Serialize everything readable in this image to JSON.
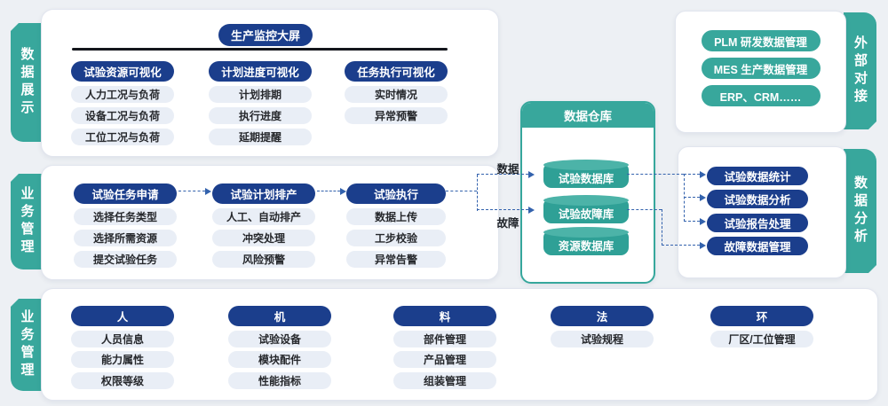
{
  "tabs": {
    "data_display": "数据展示",
    "business_mid": "业务管理",
    "business_bottom": "业务管理",
    "external": "外部对接",
    "analysis": "数据分析"
  },
  "data_display": {
    "header": "生产监控大屏",
    "groups": [
      {
        "title": "试验资源可视化",
        "items": [
          "人力工况与负荷",
          "设备工况与负荷",
          "工位工况与负荷"
        ]
      },
      {
        "title": "计划进度可视化",
        "items": [
          "计划排期",
          "执行进度",
          "延期提醒"
        ]
      },
      {
        "title": "任务执行可视化",
        "items": [
          "实时情况",
          "异常预警"
        ]
      }
    ]
  },
  "external": {
    "items": [
      "PLM 研发数据管理",
      "MES 生产数据管理",
      "ERP、CRM……"
    ]
  },
  "business": {
    "groups": [
      {
        "title": "试验任务申请",
        "items": [
          "选择任务类型",
          "选择所需资源",
          "提交试验任务"
        ]
      },
      {
        "title": "试验计划排产",
        "items": [
          "人工、自动排产",
          "冲突处理",
          "风险预警"
        ]
      },
      {
        "title": "试验执行",
        "items": [
          "数据上传",
          "工步校验",
          "异常告警"
        ]
      }
    ],
    "edge_labels": {
      "data": "数据",
      "fault": "故障"
    }
  },
  "warehouse": {
    "title": "数据仓库",
    "databases": [
      "试验数据库",
      "试验故障库",
      "资源数据库"
    ]
  },
  "analysis": {
    "items": [
      "试验数据统计",
      "试验数据分析",
      "试验报告处理",
      "故障数据管理"
    ]
  },
  "elements": {
    "groups": [
      {
        "title": "人",
        "items": [
          "人员信息",
          "能力属性",
          "权限等级"
        ]
      },
      {
        "title": "机",
        "items": [
          "试验设备",
          "模块配件",
          "性能指标"
        ]
      },
      {
        "title": "料",
        "items": [
          "部件管理",
          "产品管理",
          "组装管理"
        ]
      },
      {
        "title": "法",
        "items": [
          "试验规程"
        ]
      },
      {
        "title": "环",
        "items": [
          "厂区/工位管理"
        ]
      }
    ]
  },
  "colors": {
    "teal": "#38a79c",
    "navy": "#1b3e8c",
    "light_pill": "#e9eef6",
    "arrow_blue": "#3362ad",
    "divider": "#14161c",
    "background": "#edf0f4"
  }
}
